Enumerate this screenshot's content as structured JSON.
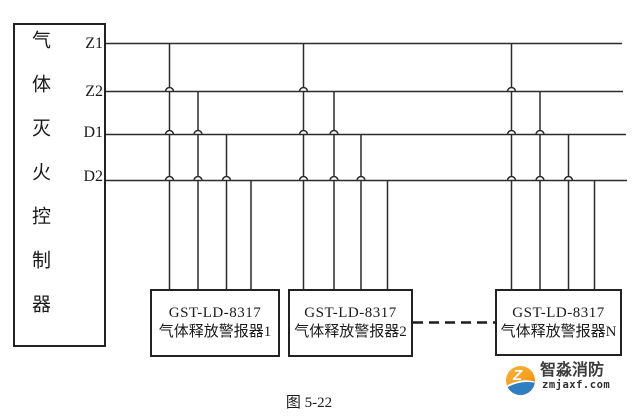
{
  "diagram": {
    "controller": {
      "name": "气体灭火控制器",
      "terminals": [
        {
          "label": "Z1"
        },
        {
          "label": "Z2"
        },
        {
          "label": "D1"
        },
        {
          "label": "D2"
        }
      ]
    },
    "devices": [
      {
        "model": "GST-LD-8317",
        "label": "气体释放警报器1"
      },
      {
        "model": "GST-LD-8317",
        "label": "气体释放警报器2"
      },
      {
        "model": "GST-LD-8317",
        "label": "气体释放警报器N"
      }
    ],
    "caption": "图 5-22",
    "wire_color": "#2b2b2b"
  },
  "watermark": {
    "brand": "智淼消防",
    "domain": "zmjaxf.com",
    "monogram": "Z",
    "colors": {
      "orange": "#f49d20",
      "blue": "#2e7fc1"
    }
  }
}
